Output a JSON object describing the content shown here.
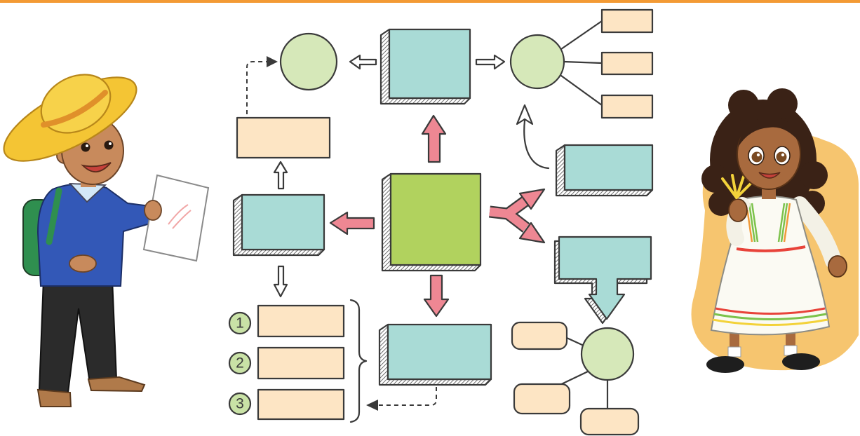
{
  "numbered_list": [
    "1",
    "2",
    "3"
  ],
  "colors": {
    "top_bar": "#f39a34",
    "teal_box": "#a9dbd6",
    "green_box": "#b1d25e",
    "light_green_circle": "#d6e8b9",
    "number_circle": "#c9e2a6",
    "peach_box": "#fde5c4",
    "pink_arrow": "#ee8793",
    "outline": "#3a3a3a",
    "girl_backdrop": "#f6c56f"
  }
}
